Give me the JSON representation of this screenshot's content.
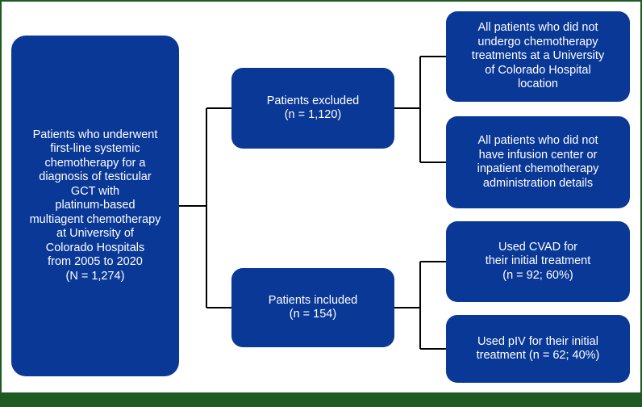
{
  "main": {
    "text": "Patients who underwent\nfirst-line systemic\nchemotherapy for a\ndiagnosis of testicular\nGCT with\nplatinum-based\nmultiagent chemotherapy\nat University of\nColorado Hospitals\nfrom 2005 to 2020\n(N = 1,274)"
  },
  "excluded": {
    "text": "Patients excluded\n(n = 1,120)",
    "reasons": [
      "All patients who did not\nundergo chemotherapy\ntreatments at a University\nof Colorado Hospital\nlocation",
      "All patients who did not\nhave infusion center or\ninpatient chemotherapy\nadministration details"
    ]
  },
  "included": {
    "text": "Patients included\n(n = 154)",
    "groups": [
      "Used CVAD for\ntheir initial treatment\n(n = 92; 60%)",
      "Used pIV for their initial\ntreatment (n = 62; 40%)"
    ]
  },
  "colors": {
    "box_fill": "#0a3896",
    "box_text": "#ffffff",
    "connector": "#000000",
    "frame": "#1e5a22"
  }
}
